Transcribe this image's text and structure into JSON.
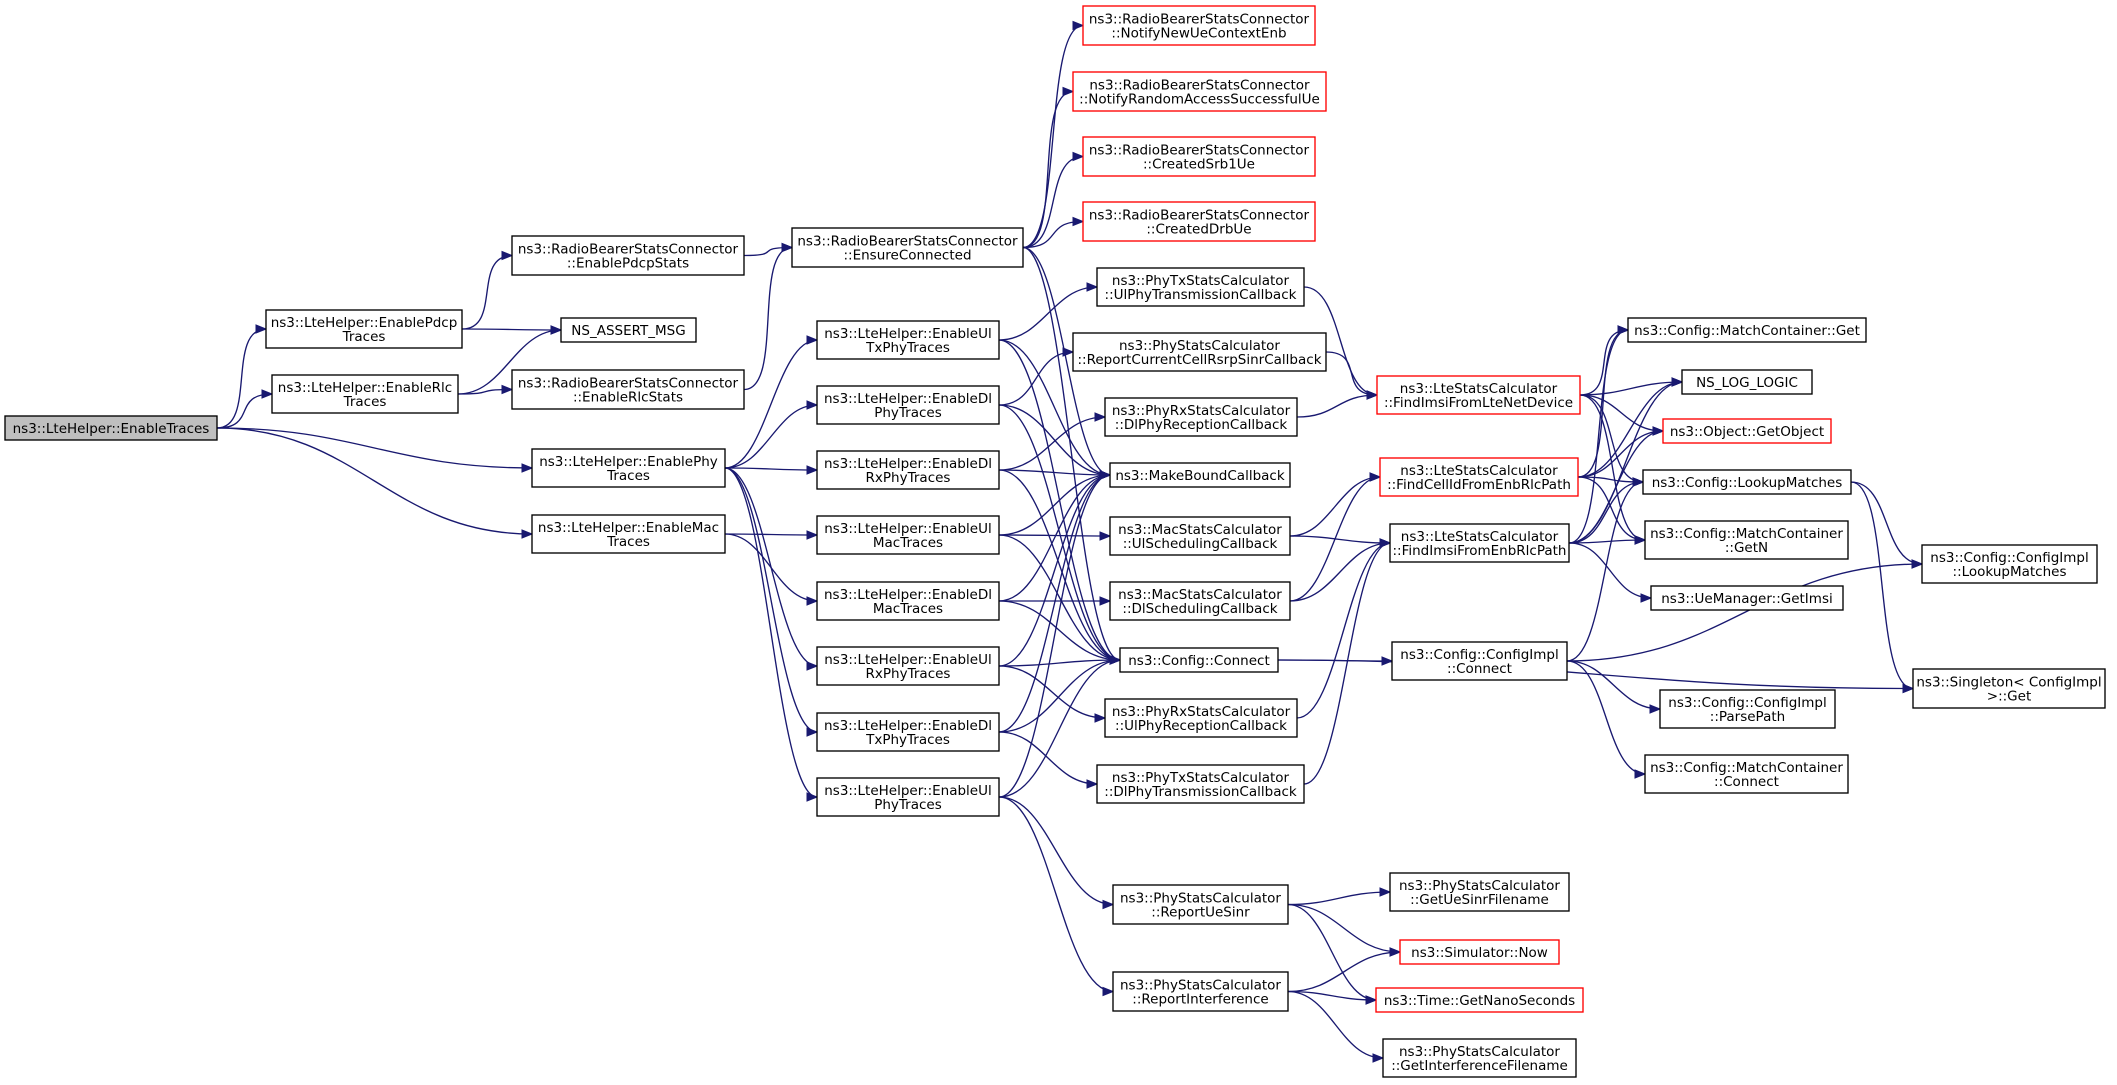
{
  "graph": {
    "nodes": [
      {
        "id": "enable_traces",
        "lines": [
          "ns3::LteHelper::EnableTraces"
        ],
        "style": "root"
      },
      {
        "id": "enable_pdcp_traces",
        "lines": [
          "ns3::LteHelper::EnablePdcp",
          "Traces"
        ],
        "style": "normal"
      },
      {
        "id": "enable_rlc_traces",
        "lines": [
          "ns3::LteHelper::EnableRlc",
          "Traces"
        ],
        "style": "normal"
      },
      {
        "id": "enable_phy_traces",
        "lines": [
          "ns3::LteHelper::EnablePhy",
          "Traces"
        ],
        "style": "normal"
      },
      {
        "id": "enable_mac_traces",
        "lines": [
          "ns3::LteHelper::EnableMac",
          "Traces"
        ],
        "style": "normal"
      },
      {
        "id": "rbsc_enable_pdcp_stats",
        "lines": [
          "ns3::RadioBearerStatsConnector",
          "::EnablePdcpStats"
        ],
        "style": "normal"
      },
      {
        "id": "ns_assert_msg",
        "lines": [
          "NS_ASSERT_MSG"
        ],
        "style": "normal"
      },
      {
        "id": "rbsc_enable_rlc_stats",
        "lines": [
          "ns3::RadioBearerStatsConnector",
          "::EnableRlcStats"
        ],
        "style": "normal"
      },
      {
        "id": "rbsc_ensure_connected",
        "lines": [
          "ns3::RadioBearerStatsConnector",
          "::EnsureConnected"
        ],
        "style": "normal"
      },
      {
        "id": "rbsc_notify_new_ue_context_enb",
        "lines": [
          "ns3::RadioBearerStatsConnector",
          "::NotifyNewUeContextEnb"
        ],
        "style": "red"
      },
      {
        "id": "rbsc_notify_random_access",
        "lines": [
          "ns3::RadioBearerStatsConnector",
          "::NotifyRandomAccessSuccessfulUe"
        ],
        "style": "red"
      },
      {
        "id": "rbsc_created_srb1_ue",
        "lines": [
          "ns3::RadioBearerStatsConnector",
          "::CreatedSrb1Ue"
        ],
        "style": "red"
      },
      {
        "id": "rbsc_created_drb_ue",
        "lines": [
          "ns3::RadioBearerStatsConnector",
          "::CreatedDrbUe"
        ],
        "style": "red"
      },
      {
        "id": "enable_ul_tx_phy_traces",
        "lines": [
          "ns3::LteHelper::EnableUl",
          "TxPhyTraces"
        ],
        "style": "normal"
      },
      {
        "id": "enable_dl_phy_traces",
        "lines": [
          "ns3::LteHelper::EnableDl",
          "PhyTraces"
        ],
        "style": "normal"
      },
      {
        "id": "enable_dl_rx_phy_traces",
        "lines": [
          "ns3::LteHelper::EnableDl",
          "RxPhyTraces"
        ],
        "style": "normal"
      },
      {
        "id": "enable_ul_mac_traces",
        "lines": [
          "ns3::LteHelper::EnableUl",
          "MacTraces"
        ],
        "style": "normal"
      },
      {
        "id": "enable_dl_mac_traces",
        "lines": [
          "ns3::LteHelper::EnableDl",
          "MacTraces"
        ],
        "style": "normal"
      },
      {
        "id": "enable_ul_rx_phy_traces",
        "lines": [
          "ns3::LteHelper::EnableUl",
          "RxPhyTraces"
        ],
        "style": "normal"
      },
      {
        "id": "enable_dl_tx_phy_traces",
        "lines": [
          "ns3::LteHelper::EnableDl",
          "TxPhyTraces"
        ],
        "style": "normal"
      },
      {
        "id": "enable_ul_phy_traces",
        "lines": [
          "ns3::LteHelper::EnableUl",
          "PhyTraces"
        ],
        "style": "normal"
      },
      {
        "id": "phy_tx_ul_callback",
        "lines": [
          "ns3::PhyTxStatsCalculator",
          "::UlPhyTransmissionCallback"
        ],
        "style": "normal"
      },
      {
        "id": "phy_stats_report_rsrp_sinr",
        "lines": [
          "ns3::PhyStatsCalculator",
          "::ReportCurrentCellRsrpSinrCallback"
        ],
        "style": "normal"
      },
      {
        "id": "phy_rx_dl_callback",
        "lines": [
          "ns3::PhyRxStatsCalculator",
          "::DlPhyReceptionCallback"
        ],
        "style": "normal"
      },
      {
        "id": "make_bound_callback",
        "lines": [
          "ns3::MakeBoundCallback"
        ],
        "style": "normal"
      },
      {
        "id": "mac_ul_scheduling_callback",
        "lines": [
          "ns3::MacStatsCalculator",
          "::UlSchedulingCallback"
        ],
        "style": "normal"
      },
      {
        "id": "mac_dl_scheduling_callback",
        "lines": [
          "ns3::MacStatsCalculator",
          "::DlSchedulingCallback"
        ],
        "style": "normal"
      },
      {
        "id": "config_connect",
        "lines": [
          "ns3::Config::Connect"
        ],
        "style": "normal"
      },
      {
        "id": "phy_rx_ul_callback",
        "lines": [
          "ns3::PhyRxStatsCalculator",
          "::UlPhyReceptionCallback"
        ],
        "style": "normal"
      },
      {
        "id": "phy_tx_dl_callback",
        "lines": [
          "ns3::PhyTxStatsCalculator",
          "::DlPhyTransmissionCallback"
        ],
        "style": "normal"
      },
      {
        "id": "phy_stats_report_ue_sinr",
        "lines": [
          "ns3::PhyStatsCalculator",
          "::ReportUeSinr"
        ],
        "style": "normal"
      },
      {
        "id": "phy_stats_report_interference",
        "lines": [
          "ns3::PhyStatsCalculator",
          "::ReportInterference"
        ],
        "style": "normal"
      },
      {
        "id": "lte_stats_find_imsi_from_net_device",
        "lines": [
          "ns3::LteStatsCalculator",
          "::FindImsiFromLteNetDevice"
        ],
        "style": "red"
      },
      {
        "id": "lte_stats_find_cellid_from_enb_rlc_path",
        "lines": [
          "ns3::LteStatsCalculator",
          "::FindCellIdFromEnbRlcPath"
        ],
        "style": "red"
      },
      {
        "id": "lte_stats_find_imsi_from_enb_rlc_path",
        "lines": [
          "ns3::LteStatsCalculator",
          "::FindImsiFromEnbRlcPath"
        ],
        "style": "normal"
      },
      {
        "id": "config_impl_connect",
        "lines": [
          "ns3::Config::ConfigImpl",
          "::Connect"
        ],
        "style": "normal"
      },
      {
        "id": "phy_stats_get_ue_sinr_filename",
        "lines": [
          "ns3::PhyStatsCalculator",
          "::GetUeSinrFilename"
        ],
        "style": "normal"
      },
      {
        "id": "simulator_now",
        "lines": [
          "ns3::Simulator::Now"
        ],
        "style": "red"
      },
      {
        "id": "time_get_nano_seconds",
        "lines": [
          "ns3::Time::GetNanoSeconds"
        ],
        "style": "red"
      },
      {
        "id": "phy_stats_get_interference_filename",
        "lines": [
          "ns3::PhyStatsCalculator",
          "::GetInterferenceFilename"
        ],
        "style": "normal"
      },
      {
        "id": "config_match_container_get",
        "lines": [
          "ns3::Config::MatchContainer::Get"
        ],
        "style": "normal"
      },
      {
        "id": "ns_log_logic",
        "lines": [
          "NS_LOG_LOGIC"
        ],
        "style": "normal"
      },
      {
        "id": "object_get_object",
        "lines": [
          "ns3::Object::GetObject"
        ],
        "style": "red"
      },
      {
        "id": "config_lookup_matches",
        "lines": [
          "ns3::Config::LookupMatches"
        ],
        "style": "normal"
      },
      {
        "id": "config_match_container_getn",
        "lines": [
          "ns3::Config::MatchContainer",
          "::GetN"
        ],
        "style": "normal"
      },
      {
        "id": "ue_manager_get_imsi",
        "lines": [
          "ns3::UeManager::GetImsi"
        ],
        "style": "normal"
      },
      {
        "id": "config_impl_parse_path",
        "lines": [
          "ns3::Config::ConfigImpl",
          "::ParsePath"
        ],
        "style": "normal"
      },
      {
        "id": "config_match_container_connect",
        "lines": [
          "ns3::Config::MatchContainer",
          "::Connect"
        ],
        "style": "normal"
      },
      {
        "id": "config_impl_lookup_matches",
        "lines": [
          "ns3::Config::ConfigImpl",
          "::LookupMatches"
        ],
        "style": "normal"
      },
      {
        "id": "singleton_config_impl_get",
        "lines": [
          "ns3::Singleton< ConfigImpl",
          ">::Get"
        ],
        "style": "normal"
      }
    ],
    "edges": [
      [
        "enable_traces",
        "enable_pdcp_traces"
      ],
      [
        "enable_traces",
        "enable_rlc_traces"
      ],
      [
        "enable_traces",
        "enable_phy_traces"
      ],
      [
        "enable_traces",
        "enable_mac_traces"
      ],
      [
        "enable_pdcp_traces",
        "rbsc_enable_pdcp_stats"
      ],
      [
        "enable_pdcp_traces",
        "ns_assert_msg"
      ],
      [
        "enable_rlc_traces",
        "ns_assert_msg"
      ],
      [
        "enable_rlc_traces",
        "rbsc_enable_rlc_stats"
      ],
      [
        "rbsc_enable_pdcp_stats",
        "rbsc_ensure_connected"
      ],
      [
        "rbsc_enable_rlc_stats",
        "rbsc_ensure_connected"
      ],
      [
        "rbsc_ensure_connected",
        "rbsc_notify_new_ue_context_enb"
      ],
      [
        "rbsc_ensure_connected",
        "rbsc_notify_random_access"
      ],
      [
        "rbsc_ensure_connected",
        "rbsc_created_srb1_ue"
      ],
      [
        "rbsc_ensure_connected",
        "rbsc_created_drb_ue"
      ],
      [
        "rbsc_ensure_connected",
        "make_bound_callback"
      ],
      [
        "rbsc_ensure_connected",
        "config_connect"
      ],
      [
        "enable_phy_traces",
        "enable_ul_tx_phy_traces"
      ],
      [
        "enable_phy_traces",
        "enable_dl_phy_traces"
      ],
      [
        "enable_phy_traces",
        "enable_dl_rx_phy_traces"
      ],
      [
        "enable_phy_traces",
        "enable_ul_rx_phy_traces"
      ],
      [
        "enable_phy_traces",
        "enable_dl_tx_phy_traces"
      ],
      [
        "enable_phy_traces",
        "enable_ul_phy_traces"
      ],
      [
        "enable_mac_traces",
        "enable_ul_mac_traces"
      ],
      [
        "enable_mac_traces",
        "enable_dl_mac_traces"
      ],
      [
        "enable_ul_tx_phy_traces",
        "phy_tx_ul_callback"
      ],
      [
        "enable_ul_tx_phy_traces",
        "make_bound_callback"
      ],
      [
        "enable_ul_tx_phy_traces",
        "config_connect"
      ],
      [
        "enable_dl_phy_traces",
        "phy_stats_report_rsrp_sinr"
      ],
      [
        "enable_dl_phy_traces",
        "make_bound_callback"
      ],
      [
        "enable_dl_phy_traces",
        "config_connect"
      ],
      [
        "enable_dl_rx_phy_traces",
        "phy_rx_dl_callback"
      ],
      [
        "enable_dl_rx_phy_traces",
        "make_bound_callback"
      ],
      [
        "enable_dl_rx_phy_traces",
        "config_connect"
      ],
      [
        "enable_ul_mac_traces",
        "mac_ul_scheduling_callback"
      ],
      [
        "enable_ul_mac_traces",
        "make_bound_callback"
      ],
      [
        "enable_ul_mac_traces",
        "config_connect"
      ],
      [
        "enable_dl_mac_traces",
        "mac_dl_scheduling_callback"
      ],
      [
        "enable_dl_mac_traces",
        "make_bound_callback"
      ],
      [
        "enable_dl_mac_traces",
        "config_connect"
      ],
      [
        "enable_ul_rx_phy_traces",
        "make_bound_callback"
      ],
      [
        "enable_ul_rx_phy_traces",
        "config_connect"
      ],
      [
        "enable_ul_rx_phy_traces",
        "phy_rx_ul_callback"
      ],
      [
        "enable_dl_tx_phy_traces",
        "make_bound_callback"
      ],
      [
        "enable_dl_tx_phy_traces",
        "config_connect"
      ],
      [
        "enable_dl_tx_phy_traces",
        "phy_tx_dl_callback"
      ],
      [
        "enable_ul_phy_traces",
        "make_bound_callback"
      ],
      [
        "enable_ul_phy_traces",
        "config_connect"
      ],
      [
        "enable_ul_phy_traces",
        "phy_stats_report_ue_sinr"
      ],
      [
        "enable_ul_phy_traces",
        "phy_stats_report_interference"
      ],
      [
        "phy_tx_ul_callback",
        "lte_stats_find_imsi_from_net_device"
      ],
      [
        "phy_stats_report_rsrp_sinr",
        "lte_stats_find_imsi_from_net_device"
      ],
      [
        "phy_rx_dl_callback",
        "lte_stats_find_imsi_from_net_device"
      ],
      [
        "mac_ul_scheduling_callback",
        "lte_stats_find_cellid_from_enb_rlc_path"
      ],
      [
        "mac_ul_scheduling_callback",
        "lte_stats_find_imsi_from_enb_rlc_path"
      ],
      [
        "mac_dl_scheduling_callback",
        "lte_stats_find_cellid_from_enb_rlc_path"
      ],
      [
        "mac_dl_scheduling_callback",
        "lte_stats_find_imsi_from_enb_rlc_path"
      ],
      [
        "phy_rx_ul_callback",
        "lte_stats_find_imsi_from_enb_rlc_path"
      ],
      [
        "phy_tx_dl_callback",
        "lte_stats_find_imsi_from_enb_rlc_path"
      ],
      [
        "config_connect",
        "config_impl_connect"
      ],
      [
        "config_connect",
        "singleton_config_impl_get"
      ],
      [
        "phy_stats_report_ue_sinr",
        "phy_stats_get_ue_sinr_filename"
      ],
      [
        "phy_stats_report_ue_sinr",
        "simulator_now"
      ],
      [
        "phy_stats_report_ue_sinr",
        "time_get_nano_seconds"
      ],
      [
        "phy_stats_report_interference",
        "simulator_now"
      ],
      [
        "phy_stats_report_interference",
        "time_get_nano_seconds"
      ],
      [
        "phy_stats_report_interference",
        "phy_stats_get_interference_filename"
      ],
      [
        "lte_stats_find_imsi_from_net_device",
        "config_match_container_get"
      ],
      [
        "lte_stats_find_imsi_from_net_device",
        "ns_log_logic"
      ],
      [
        "lte_stats_find_imsi_from_net_device",
        "object_get_object"
      ],
      [
        "lte_stats_find_imsi_from_net_device",
        "config_lookup_matches"
      ],
      [
        "lte_stats_find_imsi_from_net_device",
        "config_match_container_getn"
      ],
      [
        "lte_stats_find_cellid_from_enb_rlc_path",
        "config_match_container_get"
      ],
      [
        "lte_stats_find_cellid_from_enb_rlc_path",
        "ns_log_logic"
      ],
      [
        "lte_stats_find_cellid_from_enb_rlc_path",
        "object_get_object"
      ],
      [
        "lte_stats_find_cellid_from_enb_rlc_path",
        "config_lookup_matches"
      ],
      [
        "lte_stats_find_cellid_from_enb_rlc_path",
        "config_match_container_getn"
      ],
      [
        "lte_stats_find_imsi_from_enb_rlc_path",
        "config_match_container_get"
      ],
      [
        "lte_stats_find_imsi_from_enb_rlc_path",
        "ns_log_logic"
      ],
      [
        "lte_stats_find_imsi_from_enb_rlc_path",
        "object_get_object"
      ],
      [
        "lte_stats_find_imsi_from_enb_rlc_path",
        "config_lookup_matches"
      ],
      [
        "lte_stats_find_imsi_from_enb_rlc_path",
        "config_match_container_getn"
      ],
      [
        "lte_stats_find_imsi_from_enb_rlc_path",
        "ue_manager_get_imsi"
      ],
      [
        "config_impl_connect",
        "config_lookup_matches"
      ],
      [
        "config_impl_connect",
        "config_impl_lookup_matches"
      ],
      [
        "config_impl_connect",
        "config_impl_parse_path"
      ],
      [
        "config_impl_connect",
        "config_match_container_connect"
      ],
      [
        "config_lookup_matches",
        "config_impl_lookup_matches"
      ],
      [
        "config_lookup_matches",
        "singleton_config_impl_get"
      ]
    ]
  }
}
